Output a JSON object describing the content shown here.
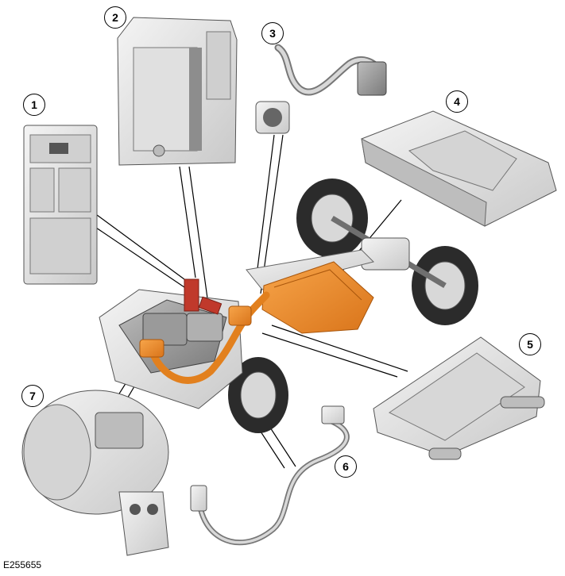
{
  "figure": {
    "reference_code": "E255655",
    "callouts": [
      "1",
      "2",
      "3",
      "4",
      "5",
      "6",
      "7"
    ]
  },
  "components": [
    {
      "callout": "1",
      "icon": "fuse-box-module-icon"
    },
    {
      "callout": "2",
      "icon": "control-module-icon"
    },
    {
      "callout": "3",
      "icon": "charging-inlet-harness-icon"
    },
    {
      "callout": "4",
      "icon": "battery-pack-icon"
    },
    {
      "callout": "5",
      "icon": "battery-charger-module-icon"
    },
    {
      "callout": "6",
      "icon": "wiring-harness-icon"
    },
    {
      "callout": "7",
      "icon": "electric-motor-icon"
    }
  ],
  "colors": {
    "highlight": "#F08A1E",
    "highlight_dark": "#C96A10",
    "module_red": "#C0392B",
    "part_fill": "#E8E8E8",
    "part_stroke": "#555555",
    "leader": "#000000"
  }
}
